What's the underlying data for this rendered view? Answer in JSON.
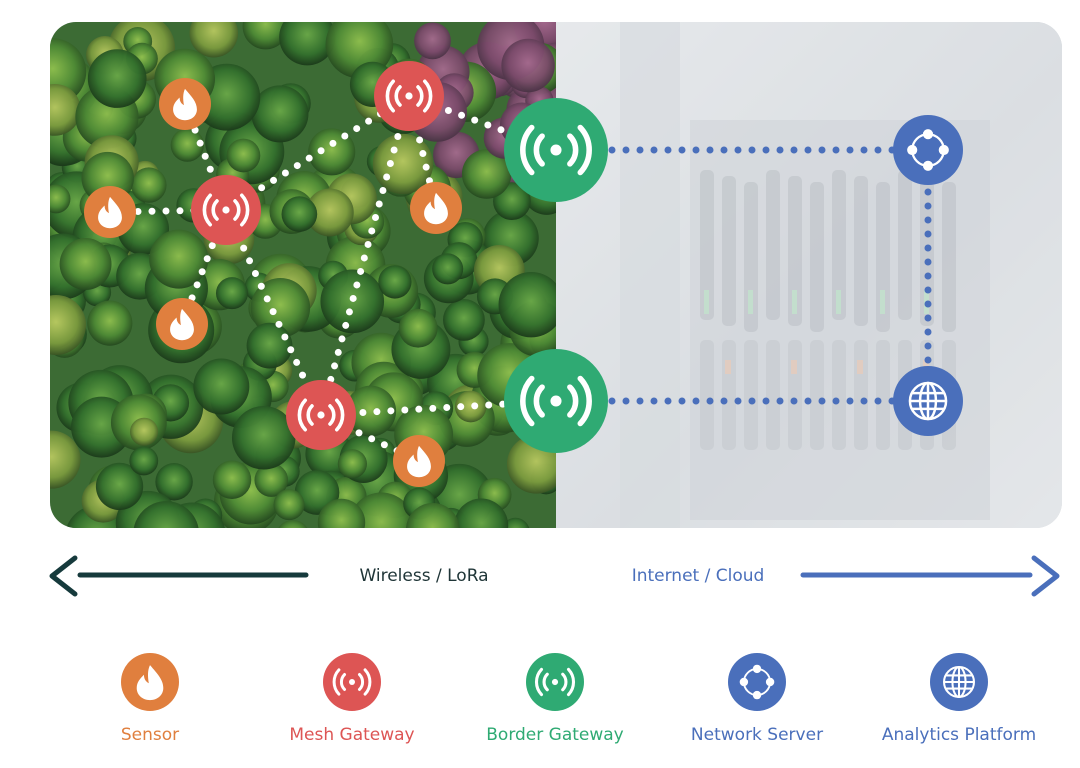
{
  "colors": {
    "sensor": "#e07f3e",
    "mesh_gateway": "#dd5554",
    "border_gateway": "#2faa73",
    "network_server": "#4a6fbb",
    "analytics_platform": "#4a6fbb",
    "wireless_arrow": "#163a3c",
    "cloud_arrow": "#4a6fbb",
    "wireless_text": "#1f3537",
    "cloud_text": "#4a6fbb",
    "forest_base": "#3c6b34",
    "datacenter_base": "#d6dadf"
  },
  "flow": {
    "wireless_label": "Wireless / LoRa",
    "cloud_label": "Internet / Cloud"
  },
  "legend": [
    {
      "key": "sensor",
      "label": "Sensor",
      "icon": "flame-icon"
    },
    {
      "key": "mesh_gateway",
      "label": "Mesh Gateway",
      "icon": "broadcast-icon"
    },
    {
      "key": "border_gateway",
      "label": "Border Gateway",
      "icon": "broadcast-icon"
    },
    {
      "key": "network_server",
      "label": "Network Server",
      "icon": "network-ring-icon"
    },
    {
      "key": "analytics_platform",
      "label": "Analytics Platform",
      "icon": "globe-icon"
    }
  ],
  "diagram": {
    "nodes": [
      {
        "id": "s1",
        "type": "sensor"
      },
      {
        "id": "s2",
        "type": "sensor"
      },
      {
        "id": "s3",
        "type": "sensor"
      },
      {
        "id": "s4",
        "type": "sensor"
      },
      {
        "id": "s5",
        "type": "sensor"
      },
      {
        "id": "m1",
        "type": "mesh_gateway"
      },
      {
        "id": "m2",
        "type": "mesh_gateway"
      },
      {
        "id": "m3",
        "type": "mesh_gateway"
      },
      {
        "id": "b1",
        "type": "border_gateway"
      },
      {
        "id": "b2",
        "type": "border_gateway"
      },
      {
        "id": "ns",
        "type": "network_server"
      },
      {
        "id": "ap",
        "type": "analytics_platform"
      }
    ],
    "wireless_links": [
      [
        "s1",
        "m1"
      ],
      [
        "s2",
        "m1"
      ],
      [
        "s4",
        "m1"
      ],
      [
        "m1",
        "m2"
      ],
      [
        "m1",
        "m3"
      ],
      [
        "s3",
        "m2"
      ],
      [
        "m2",
        "m3"
      ],
      [
        "m2",
        "b1"
      ],
      [
        "m3",
        "b2"
      ],
      [
        "m3",
        "s5"
      ]
    ],
    "cloud_links": [
      [
        "b1",
        "ns"
      ],
      [
        "b2",
        "ap"
      ],
      [
        "ns",
        "ap"
      ]
    ]
  }
}
